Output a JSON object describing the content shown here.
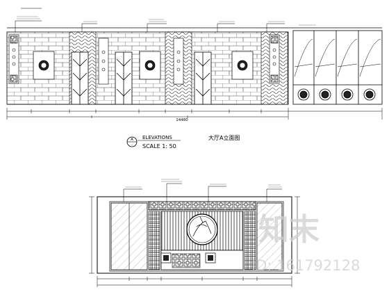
{
  "elevation_caption": {
    "marker_top": "A",
    "marker_bottom": "-",
    "label": "ELEVATIONS",
    "title_cn": "大厅A立面图",
    "scale": "SCALE 1: 50"
  },
  "top_elevation": {
    "overall_dimension": "14480"
  },
  "watermark": {
    "brand": "知末",
    "id_text": "ID: 161792128"
  }
}
